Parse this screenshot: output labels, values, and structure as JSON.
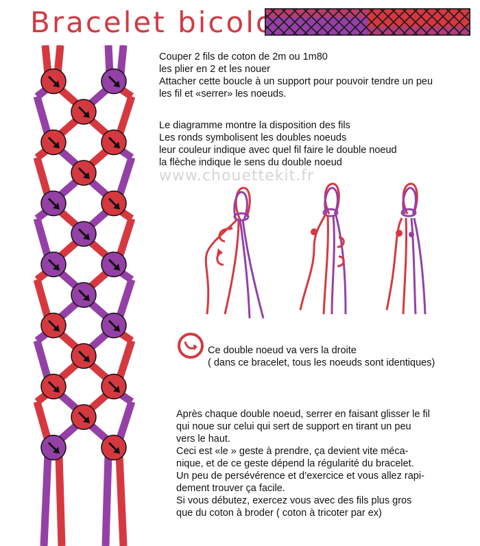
{
  "title": "Bracelet bicolore",
  "watermark": "www.chouettekit.fr",
  "instructions": {
    "block1": "Couper 2 fils de coton de 2m ou 1m80\nles plier en 2 et les nouer\nAttacher cette boucle à un support pour pouvoir tendre un peu\nles fil et «serrer» les noeuds.",
    "block2": "Le diagramme montre la disposition des fils\nLes ronds symbolisent les doubles noeuds\nleur couleur indique avec quel fil faire le double noeud\nla flèche indique le sens du double noeud",
    "legend": "Ce double noeud va vers la droite\n( dans ce bracelet, tous les noeuds sont identiques)",
    "block3": "Après chaque double noeud, serrer en faisant glisser le fil\nqui noue sur celui qui sert de support en tirant un peu\nvers le haut.\nCeci est «le » geste à prendre, ça devient vite méca-\nnique, et de ce geste dépend la régularité du bracelet.\nUn peu de persévérence et d’exercice et vous allez rapi-\ndement trouver ça facile.\nSi vous débutez, exercez vous avec des fils plus gros\nque du coton à broder ( coton à tricoter par ex)"
  },
  "colors": {
    "red": "#d63840",
    "purple": "#9440a6",
    "title": "#cf3b45"
  },
  "knots": [
    {
      "row": 1,
      "col": 0,
      "color": "red"
    },
    {
      "row": 1,
      "col": 2,
      "color": "purple"
    },
    {
      "row": 2,
      "col": 1,
      "color": "red"
    },
    {
      "row": 3,
      "col": 0,
      "color": "red"
    },
    {
      "row": 3,
      "col": 2,
      "color": "red"
    },
    {
      "row": 4,
      "col": 1,
      "color": "red"
    },
    {
      "row": 5,
      "col": 0,
      "color": "purple"
    },
    {
      "row": 5,
      "col": 2,
      "color": "red"
    },
    {
      "row": 6,
      "col": 1,
      "color": "purple"
    },
    {
      "row": 7,
      "col": 0,
      "color": "purple"
    },
    {
      "row": 7,
      "col": 2,
      "color": "purple"
    },
    {
      "row": 8,
      "col": 1,
      "color": "purple"
    },
    {
      "row": 9,
      "col": 0,
      "color": "red"
    },
    {
      "row": 9,
      "col": 2,
      "color": "purple"
    },
    {
      "row": 10,
      "col": 1,
      "color": "red"
    },
    {
      "row": 11,
      "col": 0,
      "color": "red"
    },
    {
      "row": 11,
      "col": 2,
      "color": "red"
    },
    {
      "row": 12,
      "col": 1,
      "color": "red"
    },
    {
      "row": 13,
      "col": 0,
      "color": "purple"
    },
    {
      "row": 13,
      "col": 2,
      "color": "red"
    }
  ]
}
